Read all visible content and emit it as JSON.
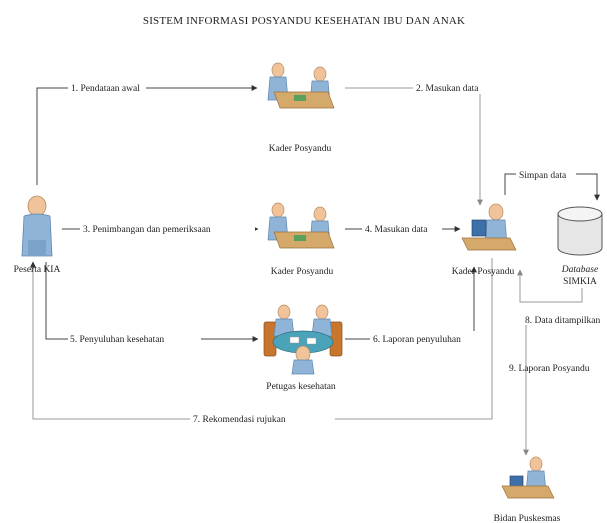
{
  "title": "SISTEM INFORMASI POSYANDU KESEHATAN IBU DAN ANAK",
  "nodes": {
    "peserta": "Peserta KIA",
    "kader_top": "Kader Posyandu",
    "kader_mid": "Kader Posyandu",
    "kader_right": "Kader Posyandu",
    "database_italic": "Database",
    "database_name": "SIMKIA",
    "petugas": "Petugas kesehatan",
    "bidan": "Bidan Puskesmas"
  },
  "flows": {
    "f1": "1. Pendataan awal",
    "f2": "2. Masukan data",
    "f3": "3. Penimbangan dan pemeriksaan",
    "f4": "4. Masukan data",
    "f5": "5. Penyuluhan kesehatan",
    "f6": "6. Laporan penyuluhan",
    "f7": "7. Rekomendasi rujukan",
    "f8": "8. Data ditampilkan",
    "f9": "9. Laporan Posyandu",
    "simpan": "Simpan data"
  },
  "colors": {
    "person_body": "#8fb4d8",
    "person_head": "#f0c39a",
    "desk": "#d4a96a",
    "table_round": "#4aa3b8",
    "chair": "#c8762e",
    "cylinder": "#e6e6e6"
  }
}
